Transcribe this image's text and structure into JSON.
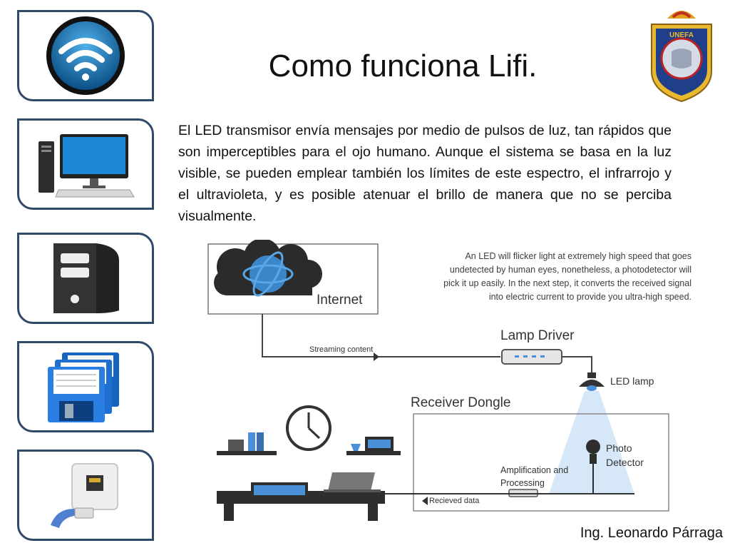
{
  "slide": {
    "title": "Como funciona Lifi.",
    "paragraph": "El LED transmisor envía mensajes por medio de pulsos de luz, tan rápidos que son imperceptibles para el ojo humano. Aunque el sistema se basa en la luz visible, se pueden emplear también los límites de este espectro, el infrarrojo y el ultravioleta, y es posible atenuar el brillo de manera que no se perciba visualmente.",
    "author": "Ing. Leonardo Párraga"
  },
  "logo": {
    "wordmark": "UNEFA"
  },
  "sidebar_icons": [
    "wifi-icon",
    "desktop-computer-icon",
    "computer-tower-icon",
    "floppy-disks-icon",
    "ethernet-port-icon"
  ],
  "diagram": {
    "caption_lines": [
      "An LED will flicker light at extremely high speed that goes",
      "undetected by human eyes, nonetheless, a photodetector will",
      "pick it up easily. In the next step, it converts the received signal",
      "into electric current to provide you ultra-high speed."
    ],
    "internet_label": "Internet",
    "streaming_label": "Streaming content",
    "lamp_driver_label": "Lamp Driver",
    "led_lamp_label": "LED lamp",
    "receiver_label": "Receiver Dongle",
    "photo_detector_line1": "Photo",
    "photo_detector_line2": "Detector",
    "amplification_line1": "Amplification and",
    "amplification_line2": "Processing",
    "received_label": "Recieved data"
  },
  "colors": {
    "tile_border": "#2f4a68",
    "accent_blue": "#4a90d9",
    "light_beam": "#cfe3f7",
    "dark": "#2e2e2e"
  }
}
